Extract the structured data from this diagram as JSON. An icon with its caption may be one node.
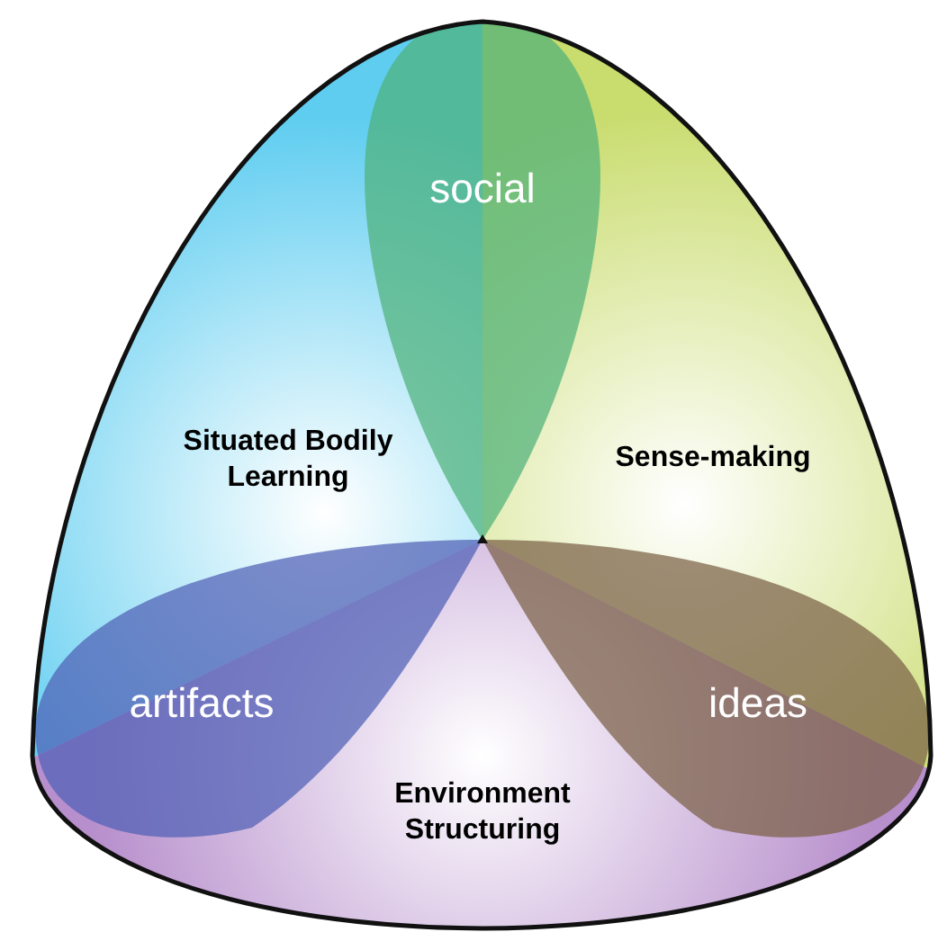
{
  "diagram": {
    "nodes": [
      {
        "text": [
          "Situated Bodily Learning"
        ]
      },
      {
        "text": [
          "Sense-making"
        ]
      },
      {
        "text": [
          "Environment Structuring"
        ]
      },
      {
        "text": [
          "social"
        ]
      },
      {
        "text": [
          "artifacts"
        ]
      },
      {
        "text": [
          "ideas"
        ]
      }
    ]
  }
}
